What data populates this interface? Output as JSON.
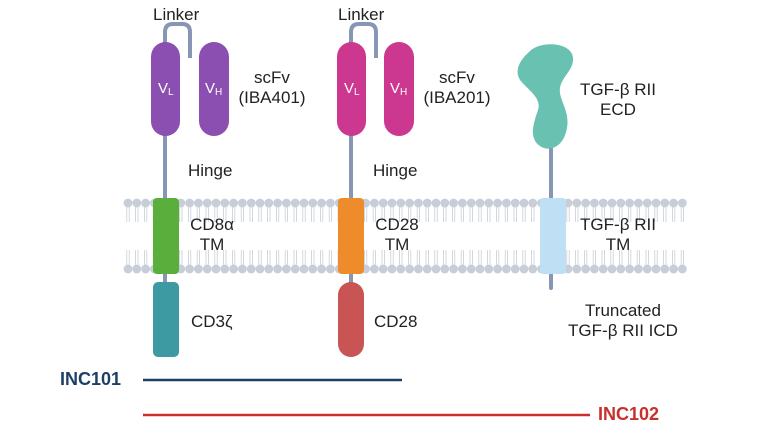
{
  "constructs": [
    {
      "linker_label": "Linker",
      "vl_main": "V",
      "vl_sub": "L",
      "vh_main": "V",
      "vh_sub": "H",
      "scfv_line1": "scFv",
      "scfv_line2": "(IBA401)",
      "hinge_label": "Hinge",
      "tm_line1": "CD8α",
      "tm_line2": "TM",
      "intracellular_label": "CD3ζ"
    },
    {
      "linker_label": "Linker",
      "vl_main": "V",
      "vl_sub": "L",
      "vh_main": "V",
      "vh_sub": "H",
      "scfv_line1": "scFv",
      "scfv_line2": "(IBA201)",
      "hinge_label": "Hinge",
      "tm_line1": "CD28",
      "tm_line2": "TM",
      "intracellular_label": "CD28"
    },
    {
      "ecd_line1": "TGF-β RII",
      "ecd_line2": "ECD",
      "tm_line1": "TGF-β RII",
      "tm_line2": "TM",
      "icd_line1": "Truncated",
      "icd_line2": "TGF-β RII ICD"
    }
  ],
  "legend": {
    "inc101_label": "INC101",
    "inc102_label": "INC102"
  },
  "colors": {
    "scfv_1": "#8a4fb0",
    "scfv_2": "#cc3790",
    "tm_1": "#5aae3c",
    "tm_2": "#ee8b2b",
    "tm_3": "#bfe0f4",
    "intra_1": "#3d9aa2",
    "intra_2": "#c95454",
    "ecd_3": "#68c1b1",
    "stem": "#8796b5",
    "membrane": "#c8ced7",
    "inc101": "#1e3f66",
    "inc102": "#c9302c"
  }
}
